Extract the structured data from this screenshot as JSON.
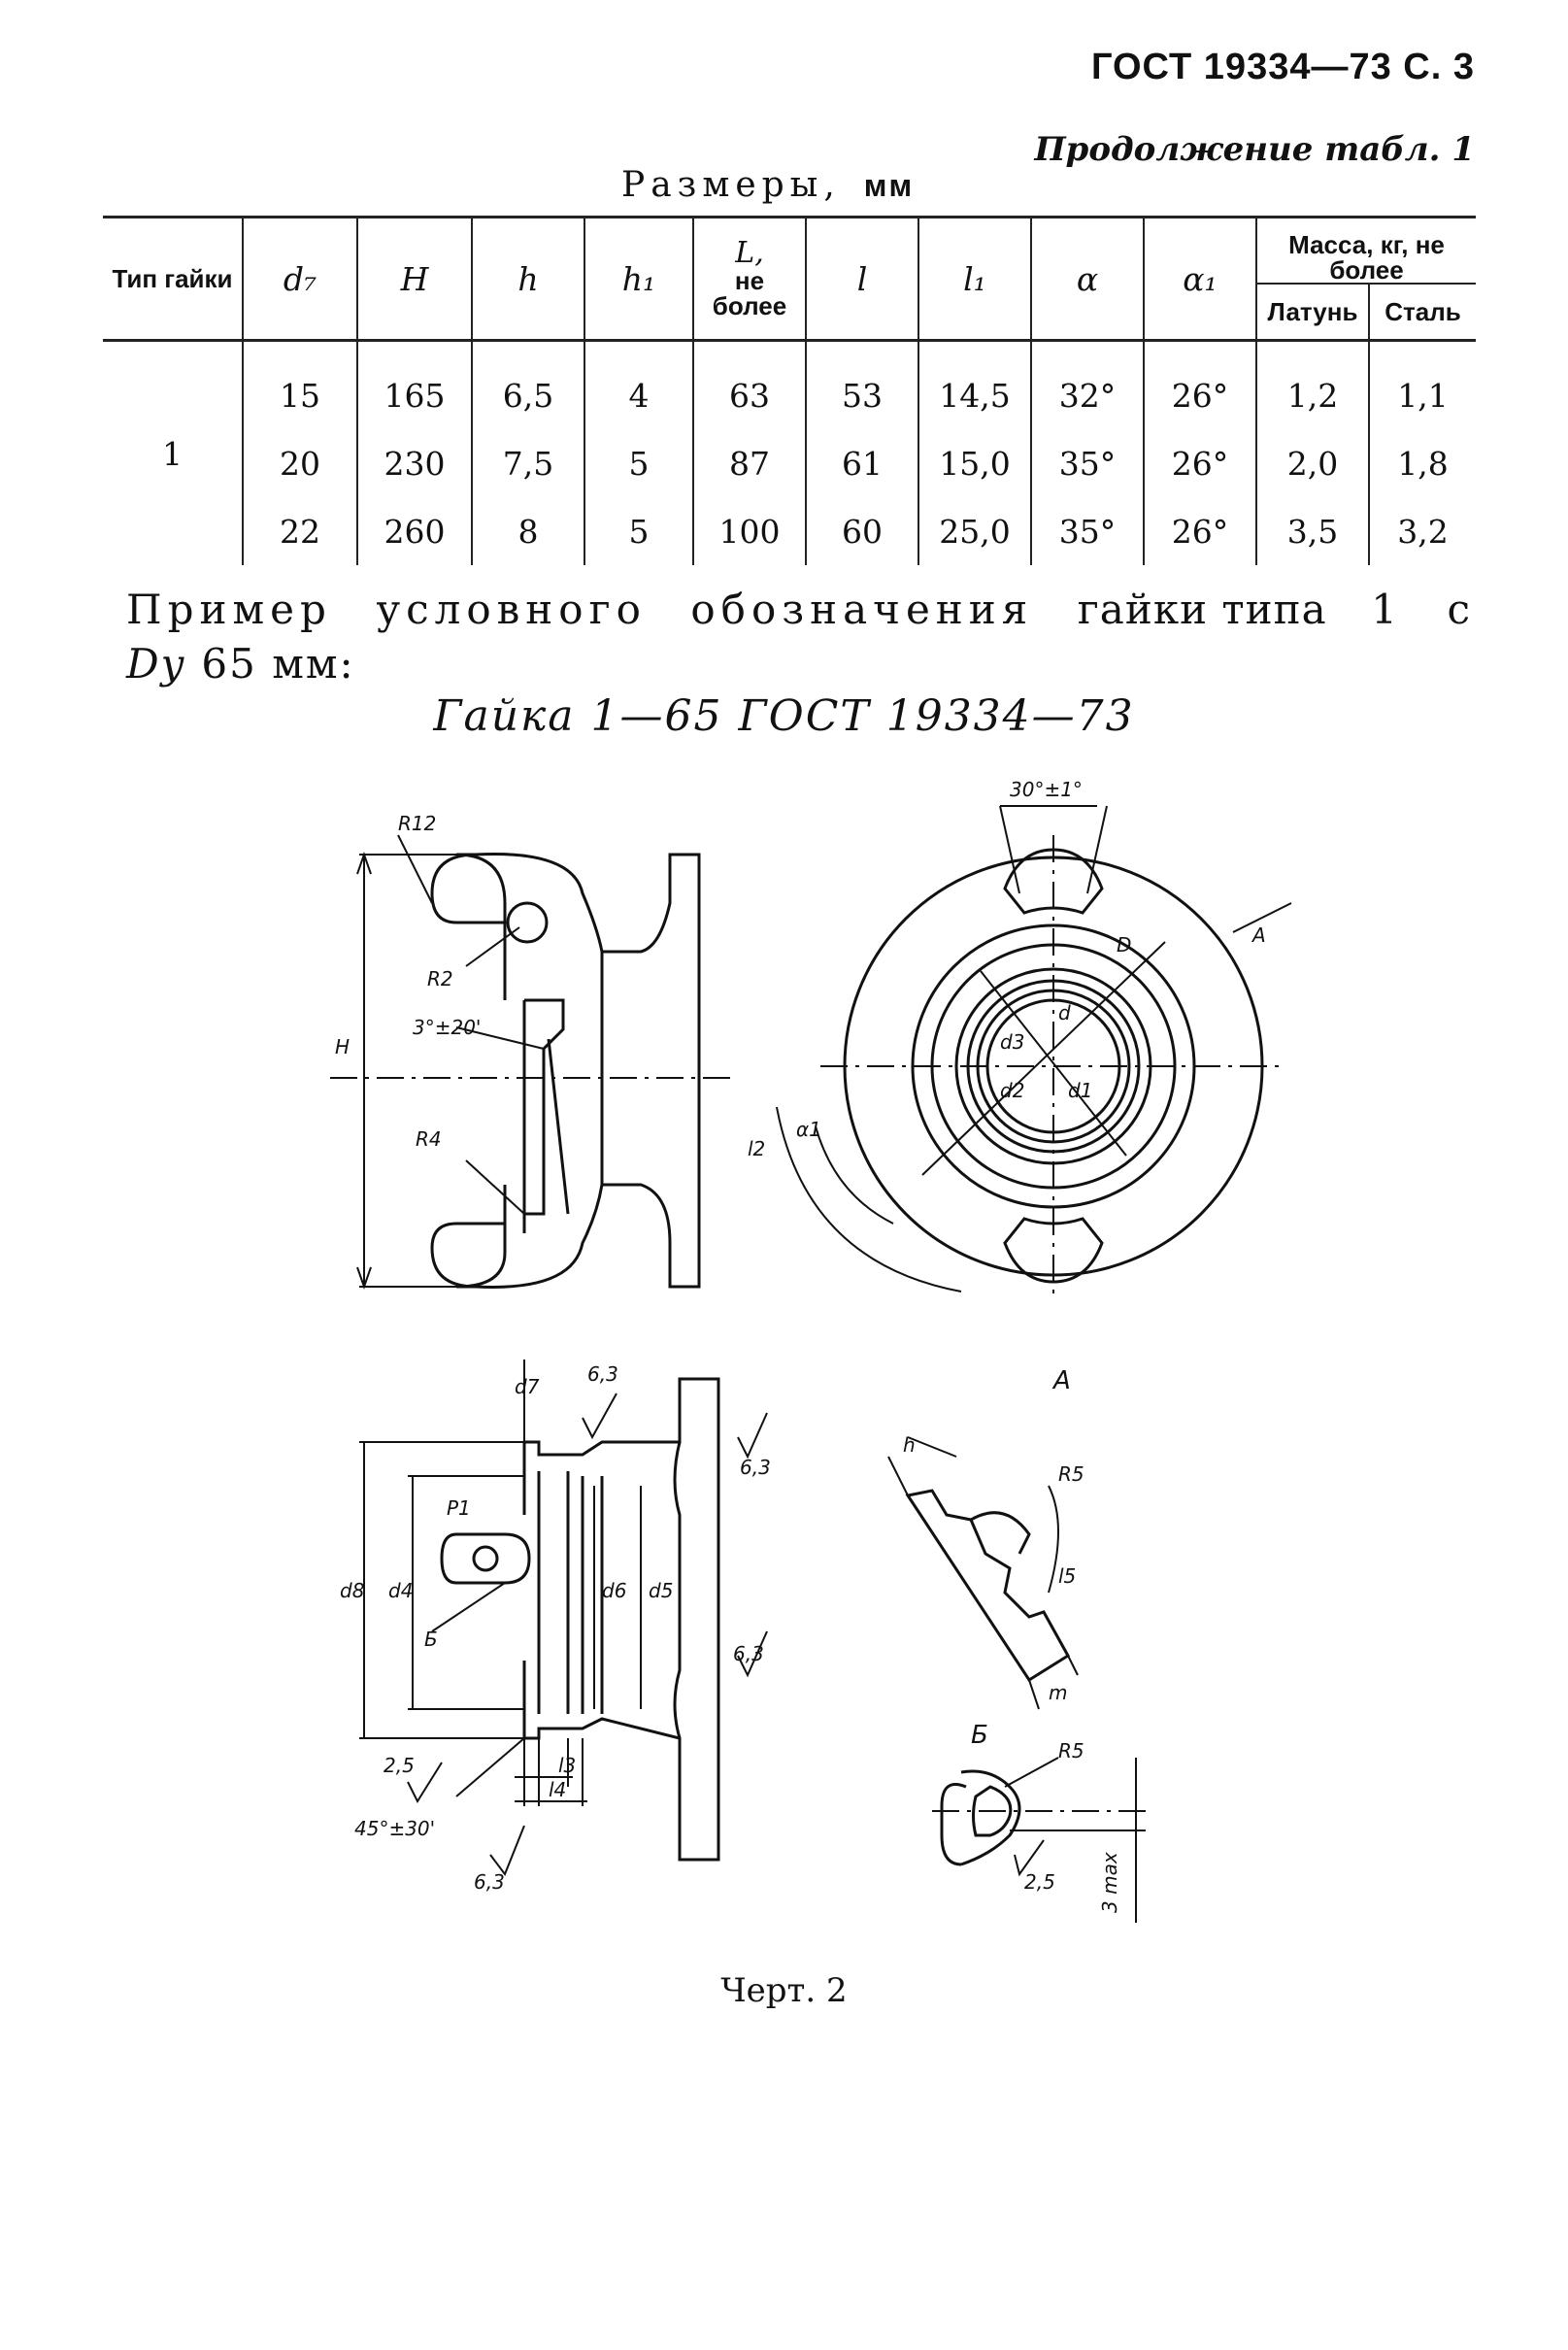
{
  "header": {
    "ref": "ГОСТ 19334—73 С. 3"
  },
  "table": {
    "continuation": "Продолжение табл. 1",
    "caption": "Размеры,",
    "unit": "мм",
    "headers": {
      "type": "Тип гайки",
      "d7": "d₇",
      "H": "H",
      "h": "h",
      "h1": "h₁",
      "L_top": "L,",
      "L_mid": "не",
      "L_bot": "более",
      "l": "l",
      "l1": "l₁",
      "alpha": "α",
      "alpha1": "α₁",
      "mass": "Масса, кг, не более",
      "brass": "Латунь",
      "steel": "Сталь"
    },
    "type_value": "1",
    "rows": [
      {
        "d7": "15",
        "H": "165",
        "h": "6,5",
        "h1": "4",
        "L": "63",
        "l": "53",
        "l1": "14,5",
        "alpha": "32°",
        "alpha1": "26°",
        "brass": "1,2",
        "steel": "1,1"
      },
      {
        "d7": "20",
        "H": "230",
        "h": "7,5",
        "h1": "5",
        "L": "87",
        "l": "61",
        "l1": "15,0",
        "alpha": "35°",
        "alpha1": "26°",
        "brass": "2,0",
        "steel": "1,8"
      },
      {
        "d7": "22",
        "H": "260",
        "h": "8",
        "h1": "5",
        "L": "100",
        "l": "60",
        "l1": "25,0",
        "alpha": "35°",
        "alpha1": "26°",
        "brass": "3,5",
        "steel": "3,2"
      }
    ]
  },
  "example": {
    "line1_words": [
      "Пример",
      "условного",
      "обозначения",
      "гайки типа",
      "1",
      "с"
    ],
    "line2_var": "Dу",
    "line2_rest": "65 мм:"
  },
  "designation": "Гайка 1—65 ГОСТ 19334—73",
  "drawing_labels": {
    "R12": "R12",
    "R2": "R2",
    "R4": "R4",
    "H": "H",
    "angle": "3°±20'",
    "l2": "l2",
    "alpha1": "α1",
    "top_angle": "30°±1°",
    "A": "A",
    "D": "D",
    "d": "d",
    "d3": "d3",
    "d2": "d2",
    "d1": "d1",
    "view_A": "A",
    "h": "h",
    "R5a": "R5",
    "l5": "l5",
    "m": "m",
    "d7": "d7",
    "r63a": "6,3",
    "r63b": "6,3",
    "r63c": "6,3",
    "r63d": "6,3",
    "r25": "2,5",
    "P1": "P1",
    "d8": "d8",
    "d4": "d4",
    "d6": "d6",
    "d5": "d5",
    "B": "Б",
    "chamfer": "45°±30'",
    "l3": "l3",
    "l4": "l4",
    "view_B": "Б",
    "R5b": "R5",
    "r25b": "2,5",
    "max3": "3 max"
  },
  "figure_caption": "Черт. 2"
}
